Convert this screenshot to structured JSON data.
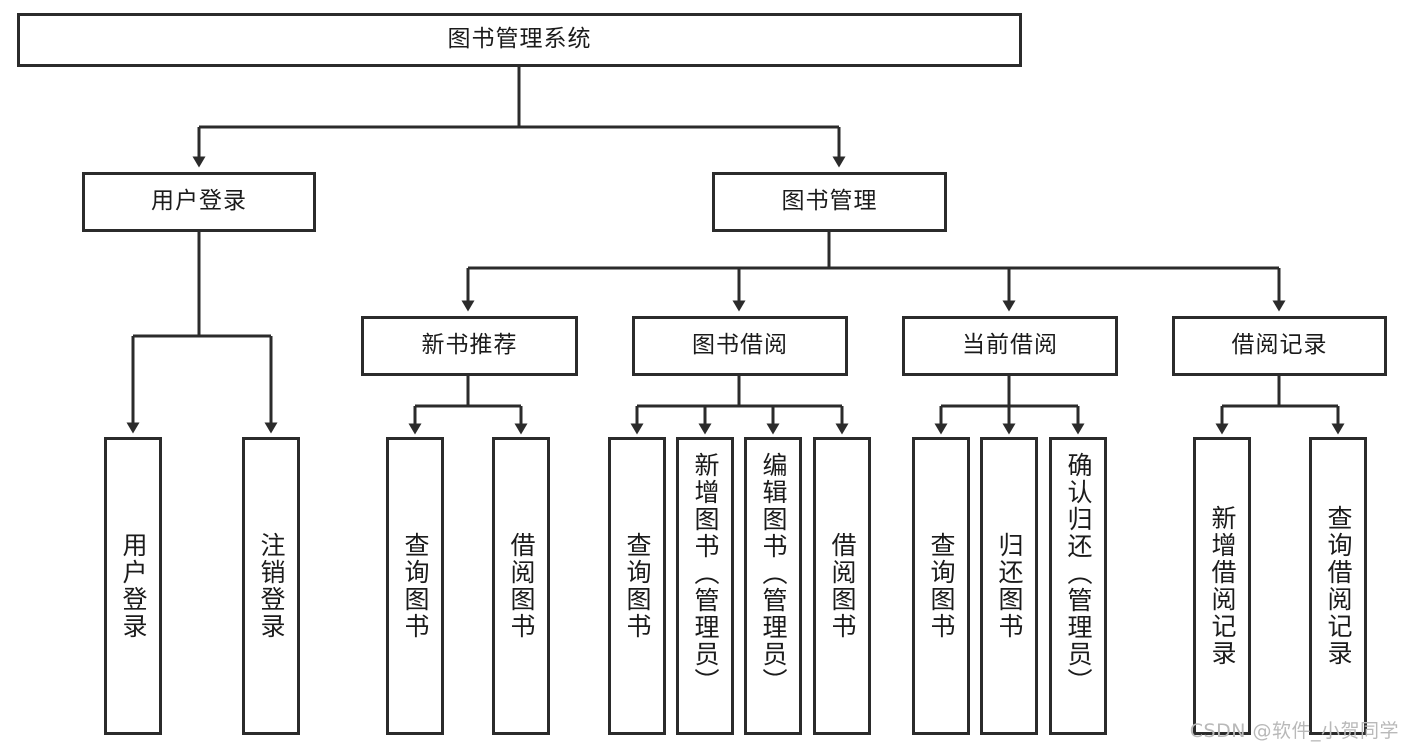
{
  "diagram": {
    "title": "图书管理系统",
    "type": "tree-hierarchy",
    "orientation": "top-down",
    "colors": {
      "background": "#ffffff",
      "node_border": "#2b2b2b",
      "node_fill": "#ffffff",
      "edge": "#2b2b2b",
      "text": "#1b1b1b",
      "watermark": "#b9b9b9"
    }
  },
  "watermark": {
    "text": "CSDN @软件_小贺同学"
  },
  "nodes": {
    "root": {
      "label": "图书管理系统"
    },
    "level2": [
      {
        "id": "user-login",
        "label": "用户登录"
      },
      {
        "id": "book-management",
        "label": "图书管理"
      }
    ],
    "level3": [
      {
        "id": "new-book-recommend",
        "label": "新书推荐"
      },
      {
        "id": "book-borrow",
        "label": "图书借阅"
      },
      {
        "id": "current-borrow",
        "label": "当前借阅"
      },
      {
        "id": "borrow-record",
        "label": "借阅记录"
      }
    ],
    "leaves": {
      "user_login": [
        {
          "id": "leaf-user-login",
          "label": "用户登录"
        },
        {
          "id": "leaf-logout-login",
          "label": "注销登录"
        }
      ],
      "new_book_recommend": [
        {
          "id": "leaf-query-book-1",
          "label": "查询图书"
        },
        {
          "id": "leaf-borrow-book-1",
          "label": "借阅图书"
        }
      ],
      "book_borrow": [
        {
          "id": "leaf-query-book-2",
          "label": "查询图书"
        },
        {
          "id": "leaf-add-book",
          "label": "新增图书（管理员）"
        },
        {
          "id": "leaf-edit-book",
          "label": "编辑图书（管理员）"
        },
        {
          "id": "leaf-borrow-book-2",
          "label": "借阅图书"
        }
      ],
      "current_borrow": [
        {
          "id": "leaf-query-book-3",
          "label": "查询图书"
        },
        {
          "id": "leaf-return-book",
          "label": "归还图书"
        },
        {
          "id": "leaf-confirm-return",
          "label": "确认归还（管理员）"
        }
      ],
      "borrow_record": [
        {
          "id": "leaf-add-borrow-record",
          "label": "新增借阅记录"
        },
        {
          "id": "leaf-query-borrow-record",
          "label": "查询借阅记录"
        }
      ]
    }
  }
}
